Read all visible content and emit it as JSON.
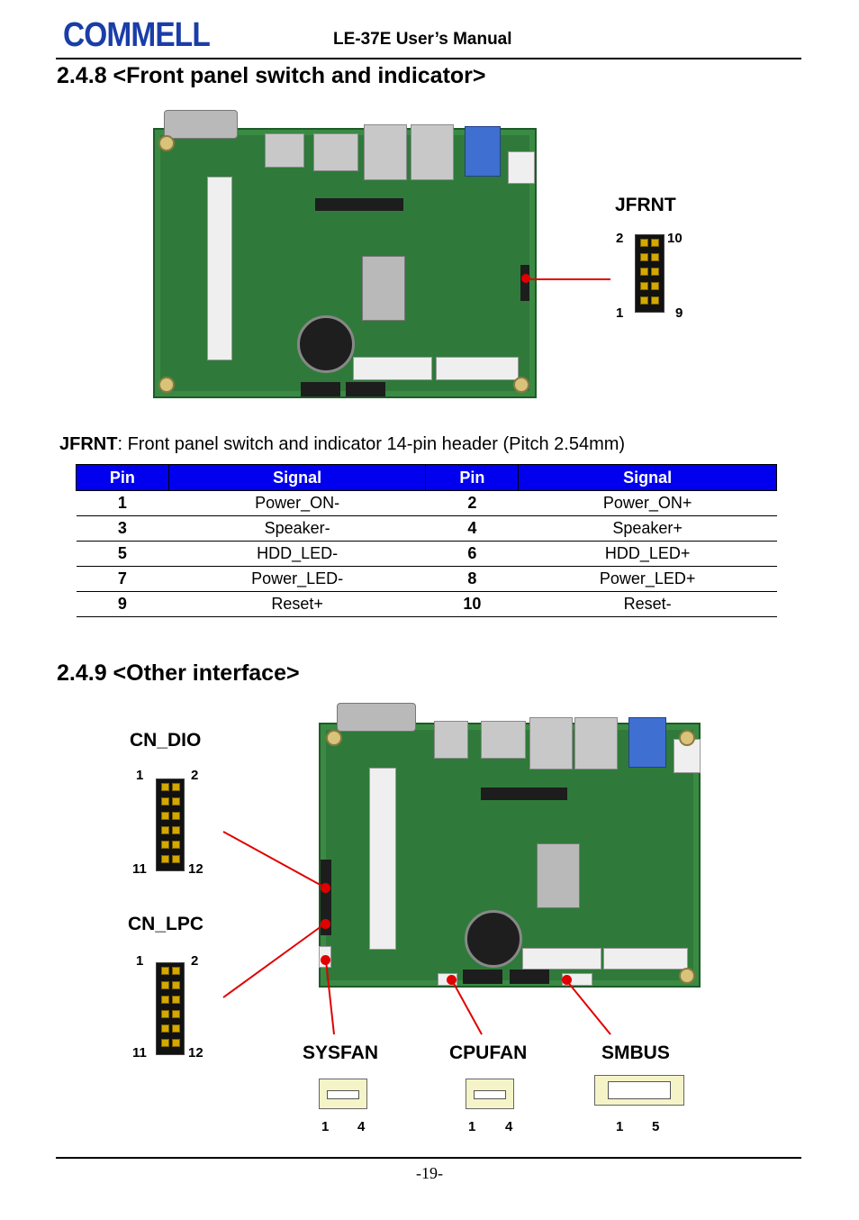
{
  "header": {
    "logo_text": "COMMELL",
    "doc_title": "LE-37E User’s Manual"
  },
  "section_front_panel": {
    "title": "2.4.8 <Front panel switch and indicator>",
    "connector_label": "JFRNT",
    "pin_labels": {
      "top_left": "2",
      "top_right": "10",
      "bottom_left": "1",
      "bottom_right": "9"
    },
    "description_name": "JFRNT",
    "description_text": ": Front panel switch and indicator 14-pin header (Pitch 2.54mm)",
    "table": {
      "headers": [
        "Pin",
        "Signal",
        "Pin",
        "Signal"
      ],
      "rows": [
        [
          "1",
          "Power_ON-",
          "2",
          "Power_ON+"
        ],
        [
          "3",
          "Speaker-",
          "4",
          "Speaker+"
        ],
        [
          "5",
          "HDD_LED-",
          "6",
          "HDD_LED+"
        ],
        [
          "7",
          "Power_LED-",
          "8",
          "Power_LED+"
        ],
        [
          "9",
          "Reset+",
          "10",
          "Reset-"
        ]
      ]
    }
  },
  "section_other": {
    "title": "2.4.9 <Other interface>",
    "cn_dio": {
      "label": "CN_DIO",
      "tl": "1",
      "tr": "2",
      "bl": "11",
      "br": "12"
    },
    "cn_lpc": {
      "label": "CN_LPC",
      "tl": "1",
      "tr": "2",
      "bl": "11",
      "br": "12"
    },
    "sysfan": {
      "label": "SYSFAN",
      "pin_left": "1",
      "pin_right": "4"
    },
    "cpufan": {
      "label": "CPUFAN",
      "pin_left": "1",
      "pin_right": "4"
    },
    "smbus": {
      "label": "SMBUS",
      "pin_left": "1",
      "pin_right": "5"
    }
  },
  "footer": {
    "page_number": "-19-"
  },
  "colors": {
    "table_header": "#0000ee",
    "logo": "#1a3da8",
    "pointer": "#e00000",
    "board": "#2f7a3a"
  }
}
